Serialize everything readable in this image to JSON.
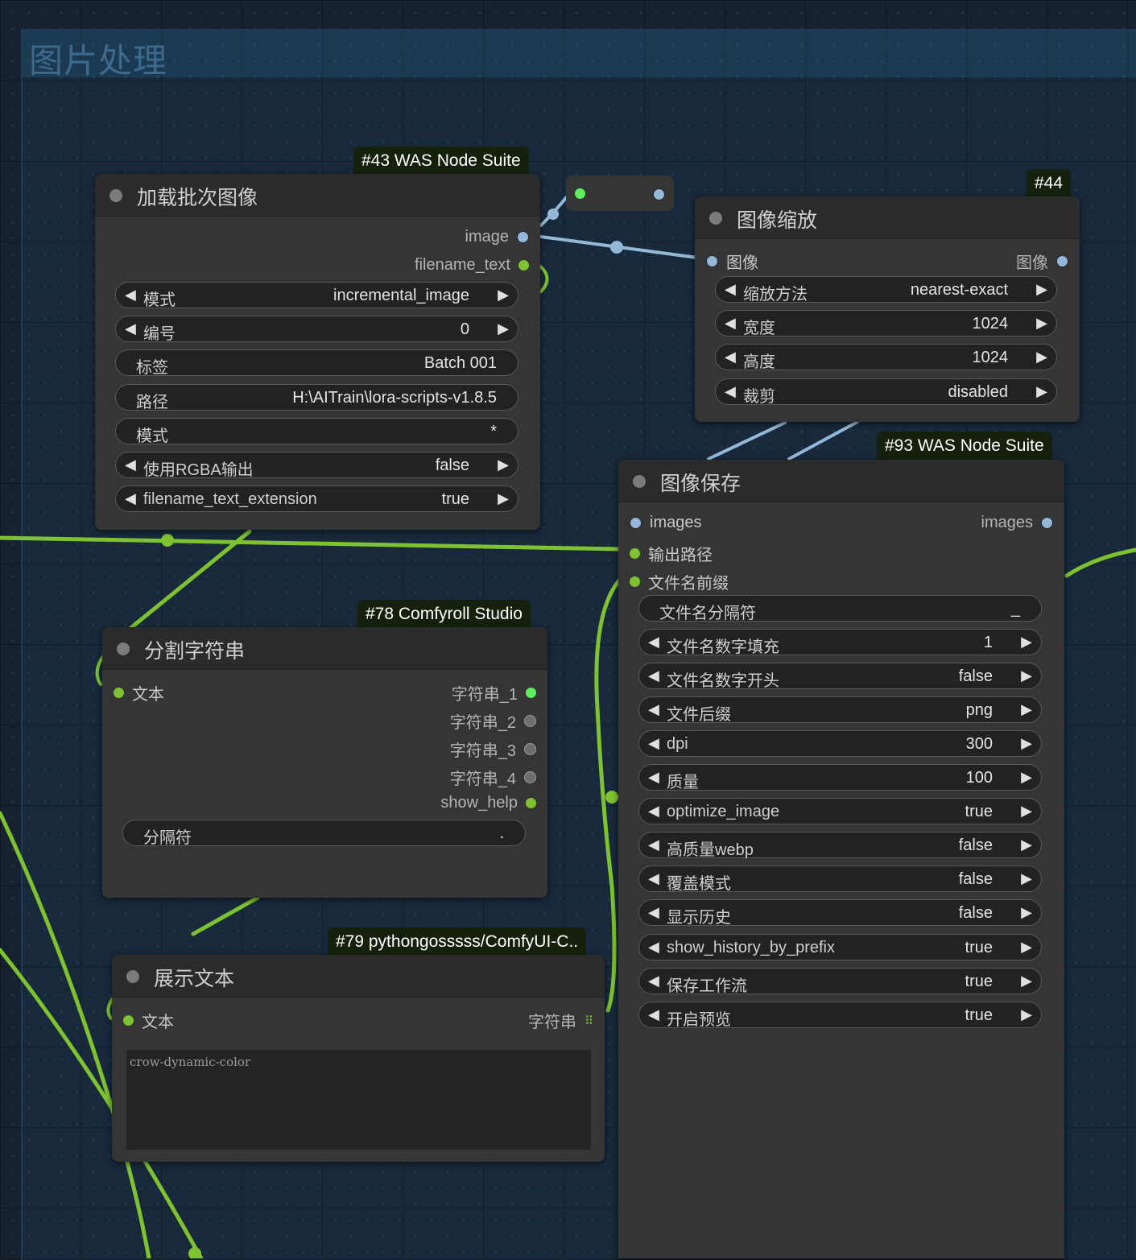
{
  "group": {
    "title": "图片处理"
  },
  "nodes": {
    "n43": {
      "badge": "#43 WAS Node Suite",
      "title": "加载批次图像",
      "outputs": [
        "image",
        "filename_text"
      ],
      "widgets": [
        {
          "label": "模式",
          "value": "incremental_image",
          "type": "combo"
        },
        {
          "label": "编号",
          "value": "0",
          "type": "number"
        },
        {
          "label": "标签",
          "value": "Batch 001",
          "type": "text"
        },
        {
          "label": "路径",
          "value": "H:\\AITrain\\lora-scripts-v1.8.5",
          "type": "text"
        },
        {
          "label": "模式",
          "value": "*",
          "type": "text"
        },
        {
          "label": "使用RGBA输出",
          "value": "false",
          "type": "toggle"
        },
        {
          "label": "filename_text_extension",
          "value": "true",
          "type": "toggle"
        }
      ]
    },
    "n44": {
      "badge": "#44",
      "title": "图像缩放",
      "input": "图像",
      "output": "图像",
      "widgets": [
        {
          "label": "缩放方法",
          "value": "nearest-exact"
        },
        {
          "label": "宽度",
          "value": "1024"
        },
        {
          "label": "高度",
          "value": "1024"
        },
        {
          "label": "裁剪",
          "value": "disabled"
        }
      ]
    },
    "n93": {
      "badge": "#93 WAS Node Suite",
      "title": "图像保存",
      "inputs": [
        "images",
        "输出路径",
        "文件名前缀"
      ],
      "output": "images",
      "widgets": [
        {
          "label": "文件名分隔符",
          "value": "_",
          "type": "text"
        },
        {
          "label": "文件名数字填充",
          "value": "1"
        },
        {
          "label": "文件名数字开头",
          "value": "false"
        },
        {
          "label": "文件后缀",
          "value": "png"
        },
        {
          "label": "dpi",
          "value": "300"
        },
        {
          "label": "质量",
          "value": "100"
        },
        {
          "label": "optimize_image",
          "value": "true"
        },
        {
          "label": "高质量webp",
          "value": "false"
        },
        {
          "label": "覆盖模式",
          "value": "false"
        },
        {
          "label": "显示历史",
          "value": "false"
        },
        {
          "label": "show_history_by_prefix",
          "value": "true"
        },
        {
          "label": "保存工作流",
          "value": "true"
        },
        {
          "label": "开启预览",
          "value": "true"
        }
      ]
    },
    "n78": {
      "badge": "#78 Comfyroll Studio",
      "title": "分割字符串",
      "input": "文本",
      "outputs": [
        "字符串_1",
        "字符串_2",
        "字符串_3",
        "字符串_4",
        "show_help"
      ],
      "widgets": [
        {
          "label": "分隔符",
          "value": ".",
          "type": "text"
        }
      ]
    },
    "n79": {
      "badge": "#79 pythongosssss/ComfyUI-C..",
      "title": "展示文本",
      "input": "文本",
      "output": "字符串",
      "textarea": "crow-dynamic-color"
    }
  },
  "colors": {
    "link_string": "#7ec22f",
    "link_image": "#96b8d7",
    "node_bg": "#353535",
    "header_bg": "#2b2b2b",
    "badge_bg": "#15210d",
    "group_title": "#3d6a8c"
  }
}
